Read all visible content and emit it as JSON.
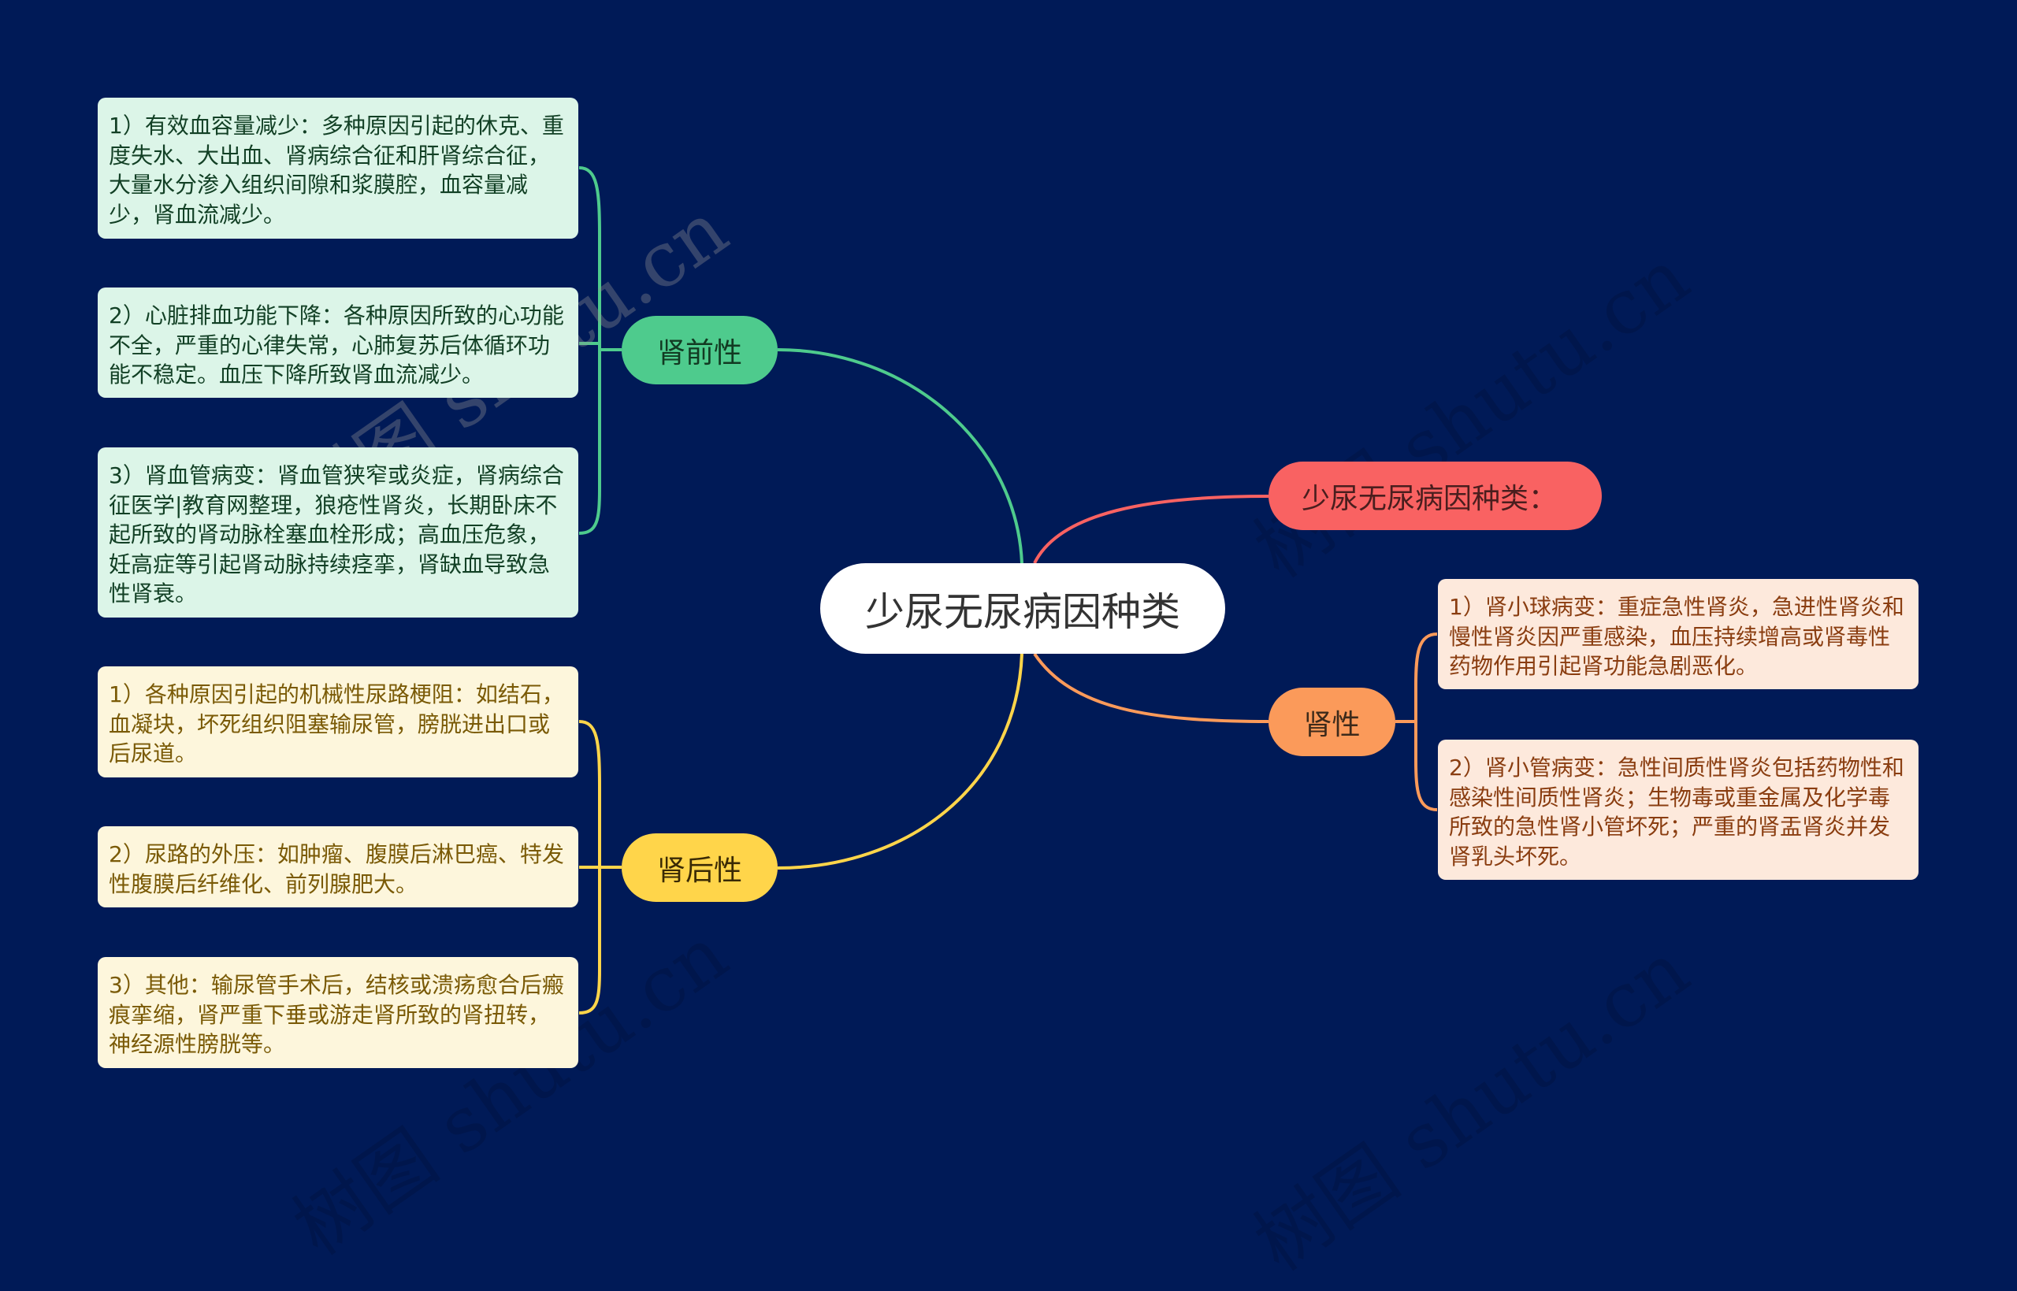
{
  "root": {
    "label": "少尿无尿病因种类"
  },
  "branches": {
    "prerenal": {
      "label": "肾前性",
      "color": "#4ecb8d",
      "items": [
        "1）有效血容量减少：多种原因引起的休克、重度失水、大出血、肾病综合征和肝肾综合征，大量水分渗入组织间隙和浆膜腔，血容量减少，肾血流减少。",
        "2）心脏排血功能下降：各种原因所致的心功能不全，严重的心律失常，心肺复苏后体循环功能不稳定。血压下降所致肾血流减少。",
        "3）肾血管病变：肾血管狭窄或炎症，肾病综合征医学|教育网整理，狼疮性肾炎，长期卧床不起所致的肾动脉栓塞血栓形成；高血压危象，妊高症等引起肾动脉持续痉挛，肾缺血导致急性肾衰。"
      ]
    },
    "postrenal": {
      "label": "肾后性",
      "color": "#ffd54a",
      "items": [
        "1）各种原因引起的机械性尿路梗阻：如结石，血凝块，坏死组织阻塞输尿管，膀胱进出口或后尿道。",
        "2）尿路的外压：如肿瘤、腹膜后淋巴癌、特发性腹膜后纤维化、前列腺肥大。",
        "3）其他：输尿管手术后，结核或溃疡愈合后瘢痕挛缩，肾严重下垂或游走肾所致的肾扭转，神经源性膀胱等。"
      ]
    },
    "summary": {
      "label": "少尿无尿病因种类：",
      "color": "#f96262"
    },
    "renal": {
      "label": "肾性",
      "color": "#fb9a5a",
      "items": [
        "1）肾小球病变：重症急性肾炎，急进性肾炎和慢性肾炎因严重感染，血压持续增高或肾毒性药物作用引起肾功能急剧恶化。",
        "2）肾小管病变：急性间质性肾炎包括药物性和感染性间质性肾炎；生物毒或重金属及化学毒所致的急性肾小管坏死；严重的肾盂肾炎并发肾乳头坏死。"
      ]
    }
  },
  "watermark": {
    "text": "树图 shutu.cn"
  },
  "colors": {
    "background": "#001a57"
  }
}
